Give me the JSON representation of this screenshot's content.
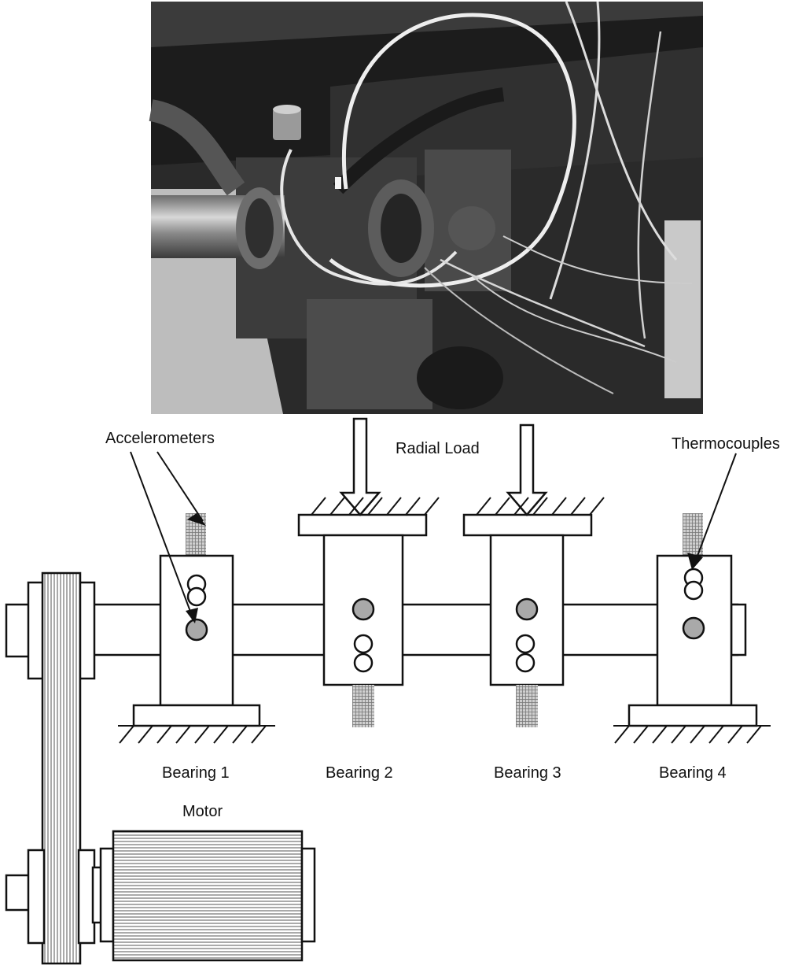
{
  "labels": {
    "accelerometers": "Accelerometers",
    "radial_load": "Radial Load",
    "thermocouples": "Thermocouples",
    "bearing1": "Bearing 1",
    "bearing2": "Bearing 2",
    "bearing3": "Bearing 3",
    "bearing4": "Bearing 4",
    "motor": "Motor"
  },
  "colors": {
    "line": "#111111",
    "sensor_fill": "#a9a9a9",
    "photo_dark": "#262626",
    "photo_mid": "#5a5a5a",
    "cable": "#eeeeee"
  }
}
